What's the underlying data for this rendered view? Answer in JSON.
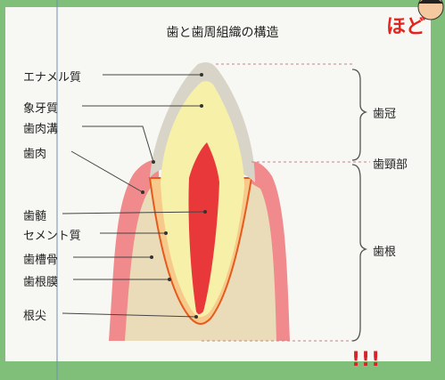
{
  "title": "歯と歯周組織の構造",
  "left_labels": [
    {
      "id": "enamel",
      "text": "エナメル質"
    },
    {
      "id": "dentin",
      "text": "象牙質"
    },
    {
      "id": "sulcus",
      "text": "歯肉溝"
    },
    {
      "id": "gingiva",
      "text": "歯肉"
    },
    {
      "id": "pulp",
      "text": "歯髄"
    },
    {
      "id": "cementum",
      "text": "セメント質"
    },
    {
      "id": "alveolar-bone",
      "text": "歯槽骨"
    },
    {
      "id": "pdl",
      "text": "歯根膜"
    },
    {
      "id": "apex",
      "text": "根尖"
    }
  ],
  "right_labels": [
    {
      "id": "crown",
      "text": "歯冠"
    },
    {
      "id": "neck",
      "text": "歯頸部"
    },
    {
      "id": "root",
      "text": "歯根"
    }
  ],
  "corner_text": "ほど",
  "exclaim": "!!!",
  "colors": {
    "background": "#7fbf7a",
    "panel": "#f7f7f3",
    "gum": "#f08a8c",
    "bone": "#eadcb8",
    "enamel": "#d9d4c8",
    "dentin": "#f6f0a8",
    "pulp": "#e8383a",
    "cementum": "#e65a1e"
  }
}
